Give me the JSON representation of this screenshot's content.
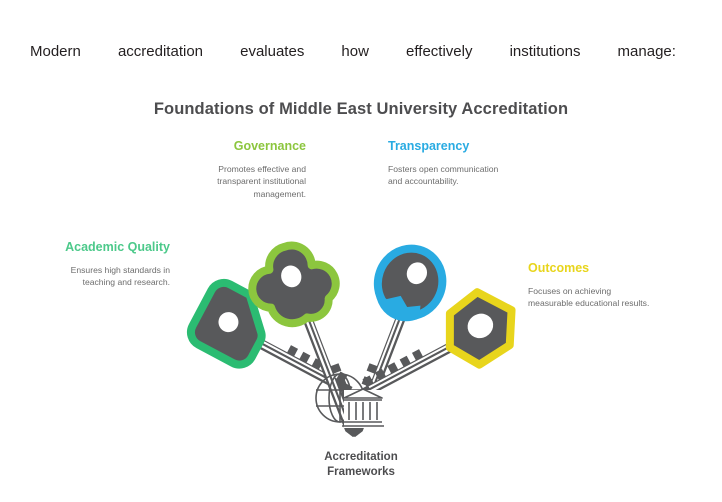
{
  "intro": {
    "words": [
      "Modern",
      "accreditation",
      "evaluates",
      "how",
      "effectively",
      "institutions",
      "manage:"
    ]
  },
  "diagram": {
    "title": "Foundations of Middle East University Accreditation",
    "center_label_line1": "Accreditation",
    "center_label_line2": "Frameworks",
    "center_icon": "globe-institution-icon",
    "key_body_color": "#58595b",
    "items": [
      {
        "id": "academic-quality",
        "label": "Academic Quality",
        "description": "Ensures high standards in teaching and research.",
        "color": "#4cc98a",
        "key_outline_color": "#2bbc72",
        "head_shape": "rounded-pentagon",
        "icon": "key-icon"
      },
      {
        "id": "governance",
        "label": "Governance",
        "description": "Promotes effective and transparent institutional management.",
        "color": "#8cc63e",
        "key_outline_color": "#8cc63e",
        "head_shape": "cloud",
        "icon": "key-icon"
      },
      {
        "id": "transparency",
        "label": "Transparency",
        "description": "Fosters open communication and accountability.",
        "color": "#29abe2",
        "key_outline_color": "#29abe2",
        "head_shape": "circle",
        "icon": "key-icon"
      },
      {
        "id": "outcomes",
        "label": "Outcomes",
        "description": "Focuses on achieving measurable educational results.",
        "color": "#e8d51c",
        "key_outline_color": "#e8d51c",
        "head_shape": "hexagon",
        "icon": "key-icon"
      }
    ]
  }
}
